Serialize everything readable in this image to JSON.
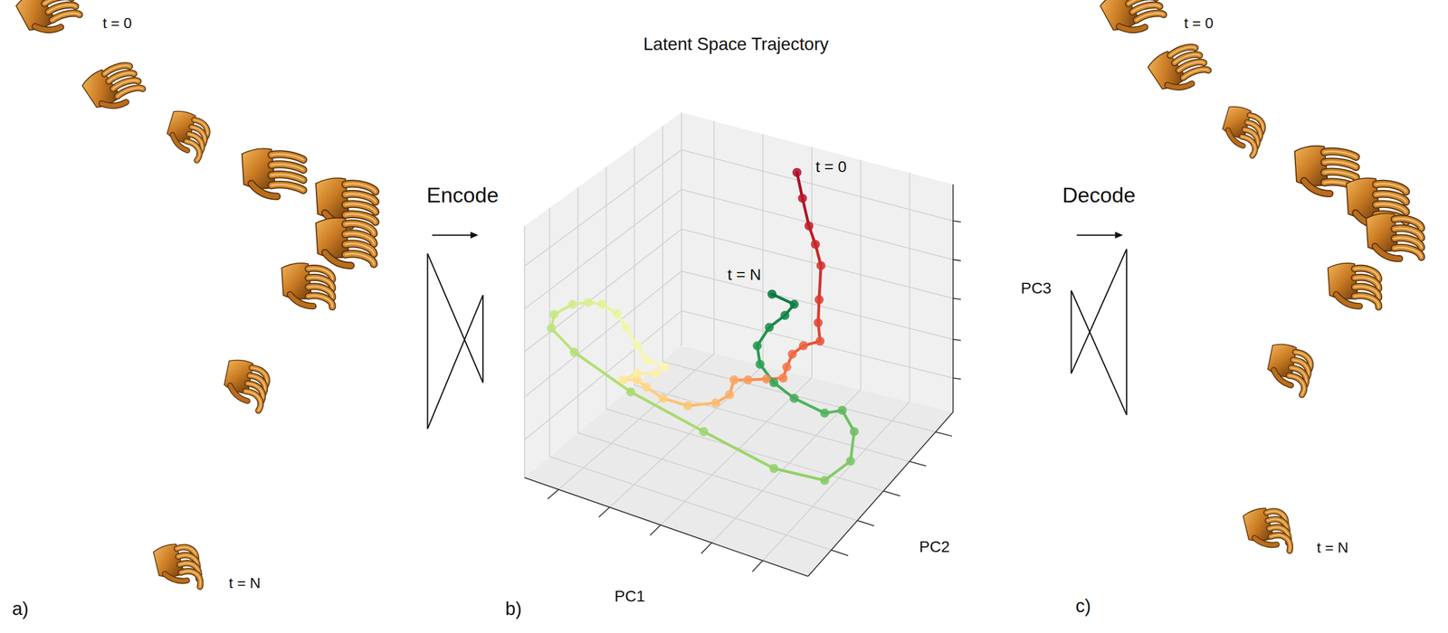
{
  "diagram": {
    "title": "Latent Space Trajectory",
    "labels": [
      "t = 0",
      "t = N",
      "a)",
      "Encode",
      "t = 0",
      "t = N",
      "PC1",
      "PC2",
      "PC3",
      "b)",
      "Decode",
      "t = 0",
      "t = N",
      "c)"
    ]
  }
}
